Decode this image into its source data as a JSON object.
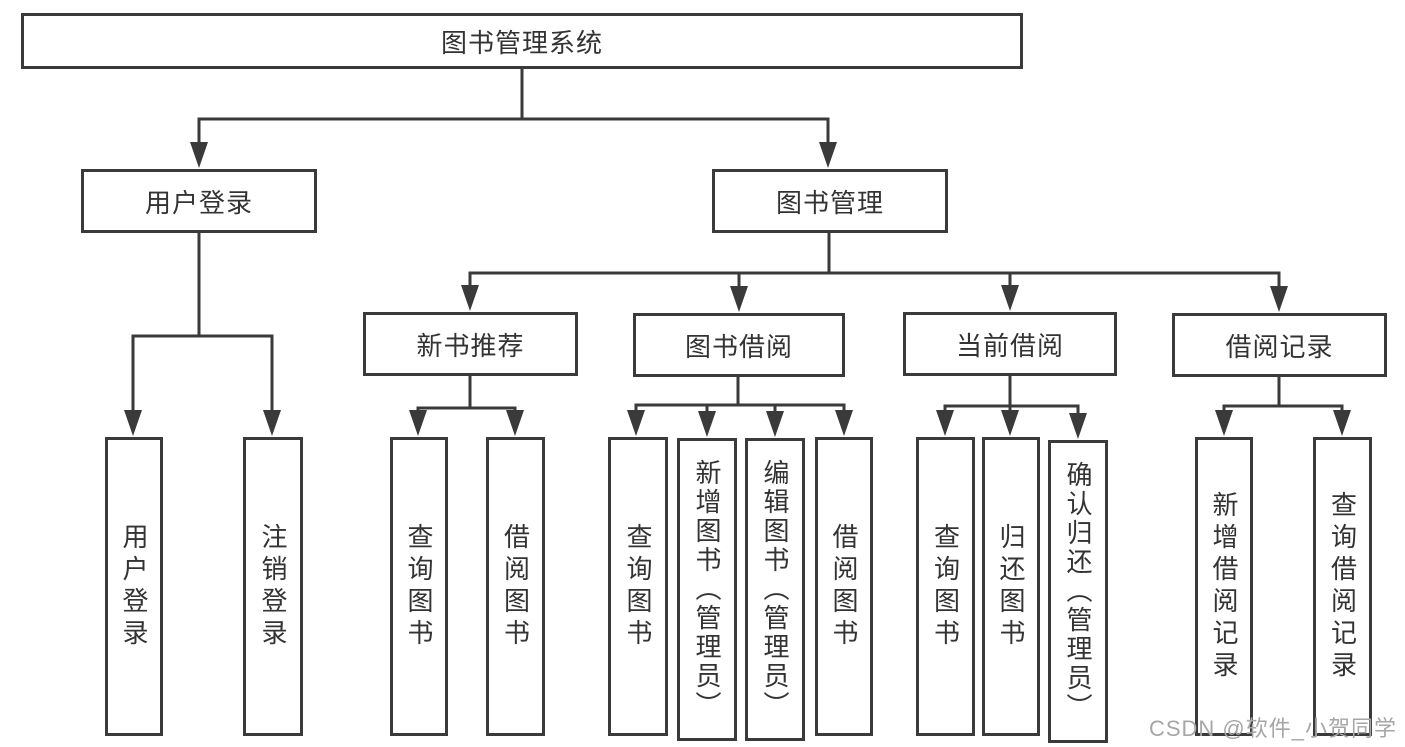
{
  "diagram": {
    "root_label": "图书管理系统",
    "level1": [
      {
        "label": "用户登录",
        "parent": "图书管理系统"
      },
      {
        "label": "图书管理",
        "parent": "图书管理系统"
      }
    ],
    "level2": [
      {
        "label": "新书推荐",
        "parent": "图书管理"
      },
      {
        "label": "图书借阅",
        "parent": "图书管理"
      },
      {
        "label": "当前借阅",
        "parent": "图书管理"
      },
      {
        "label": "借阅记录",
        "parent": "图书管理"
      }
    ],
    "leaves": [
      {
        "label": "用户登录",
        "parent": "用户登录"
      },
      {
        "label": "注销登录",
        "parent": "用户登录"
      },
      {
        "label": "查询图书",
        "parent": "新书推荐"
      },
      {
        "label": "借阅图书",
        "parent": "新书推荐"
      },
      {
        "label": "查询图书",
        "parent": "图书借阅"
      },
      {
        "label": "新增图书（管理员）",
        "parent": "图书借阅"
      },
      {
        "label": "编辑图书（管理员）",
        "parent": "图书借阅"
      },
      {
        "label": "借阅图书",
        "parent": "图书借阅"
      },
      {
        "label": "查询图书",
        "parent": "当前借阅"
      },
      {
        "label": "归还图书",
        "parent": "当前借阅"
      },
      {
        "label": "确认归还（管理员）",
        "parent": "当前借阅"
      },
      {
        "label": "新增借阅记录",
        "parent": "借阅记录"
      },
      {
        "label": "查询借阅记录",
        "parent": "借阅记录"
      }
    ],
    "watermark": "CSDN @软件_小贺同学"
  },
  "colors": {
    "line": "#3a3a3a",
    "text": "#333333",
    "watermark": "#a6a6a6",
    "background": "#ffffff"
  }
}
